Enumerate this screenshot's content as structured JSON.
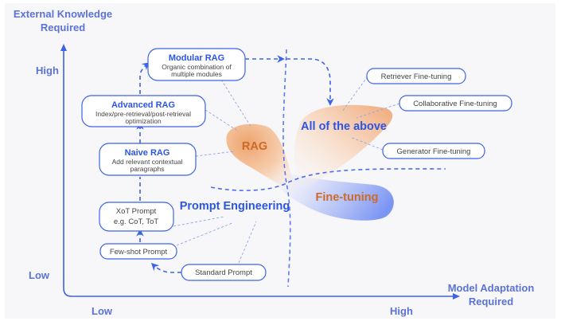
{
  "axes": {
    "y_title_line1": "External Knowledge",
    "y_title_line2": "Required",
    "y_high": "High",
    "y_low": "Low",
    "x_title_line1": "Model Adaptation",
    "x_title_line2": "Required",
    "x_low": "Low",
    "x_high": "High"
  },
  "regions": {
    "rag": "RAG",
    "all": "All of the above",
    "finetuning": "Fine-tuning",
    "prompt_engineering": "Prompt Engineering"
  },
  "rag_nodes": {
    "modular": {
      "title": "Modular RAG",
      "line1": "Organic combination of",
      "line2": "multiple modules"
    },
    "advanced": {
      "title": "Advanced RAG",
      "line1": "Index/pre-retrieval/post-retrieval",
      "line2": "optimization"
    },
    "naive": {
      "title": "Naive RAG",
      "line1": "Add relevant contextual",
      "line2": "paragraphs"
    }
  },
  "prompt_nodes": {
    "xot_line1": "XoT Prompt",
    "xot_line2": "e.g. CoT, ToT",
    "fewshot": "Few-shot Prompt",
    "standard": "Standard Prompt"
  },
  "finetune_nodes": {
    "retriever": "Retriever Fine-tuning",
    "collaborative": "Collaborative Fine-tuning",
    "generator": "Generator Fine-tuning"
  },
  "colors": {
    "accent_blue": "#2b55e6",
    "axis_label": "#5b72d6",
    "rag_orange": "#cc6a2a"
  }
}
